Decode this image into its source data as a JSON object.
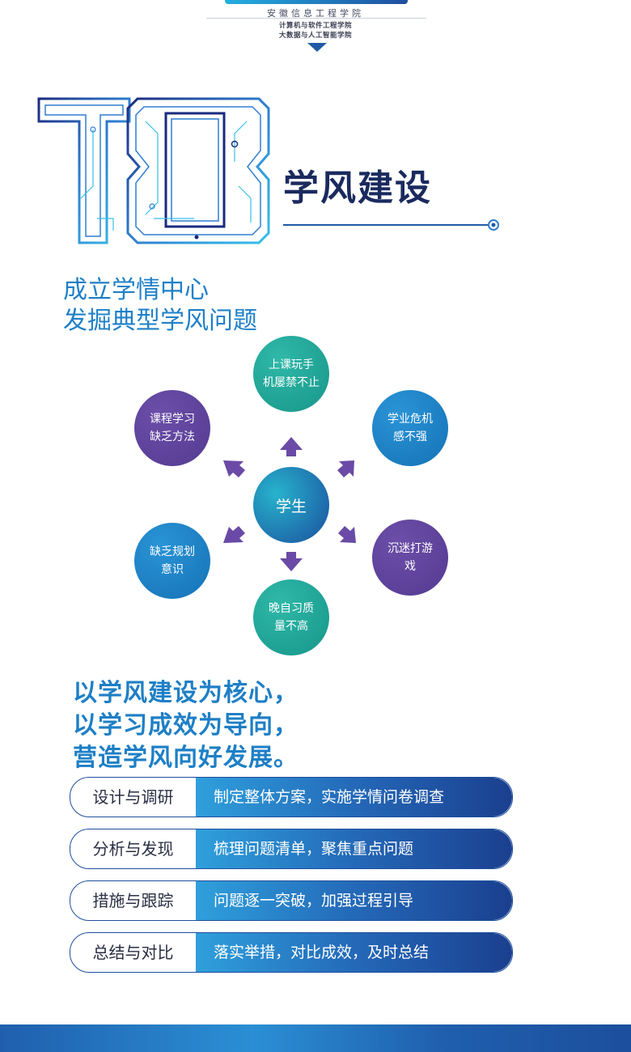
{
  "header": {
    "school": "安徽信息工程学院",
    "college_1": "计算机与软件工程学院",
    "college_2": "大数据与人工智能学院"
  },
  "section": {
    "number": "18",
    "title": "学风建设"
  },
  "subtitle": {
    "line1": "成立学情中心",
    "line2": "发掘典型学风问题"
  },
  "diagram": {
    "center": "学生",
    "nodes": [
      {
        "line1": "上课玩手",
        "line2": "机屡禁不止"
      },
      {
        "line1": "学业危机",
        "line2": "感不强"
      },
      {
        "line1": "沉迷打游",
        "line2": "戏"
      },
      {
        "line1": "晚自习质",
        "line2": "量不高"
      },
      {
        "line1": "缺乏规划",
        "line2": "意识"
      },
      {
        "line1": "课程学习",
        "line2": "缺乏方法"
      }
    ]
  },
  "slogan": {
    "line1": "以学风建设为核心，",
    "line2": "以学习成效为导向，",
    "line3": "营造学风向好发展。"
  },
  "steps": [
    {
      "label": "设计与调研",
      "desc": "制定整体方案，实施学情问卷调查"
    },
    {
      "label": "分析与发现",
      "desc": "梳理问题清单，聚焦重点问题"
    },
    {
      "label": "措施与跟踪",
      "desc": "问题逐一突破，加强过程引导"
    },
    {
      "label": "总结与对比",
      "desc": "落实举措，对比成效，及时总结"
    }
  ],
  "colors": {
    "navy": "#1a2a5e",
    "blue": "#1e80c8",
    "teal": "#17968a",
    "purple": "#553a92"
  }
}
